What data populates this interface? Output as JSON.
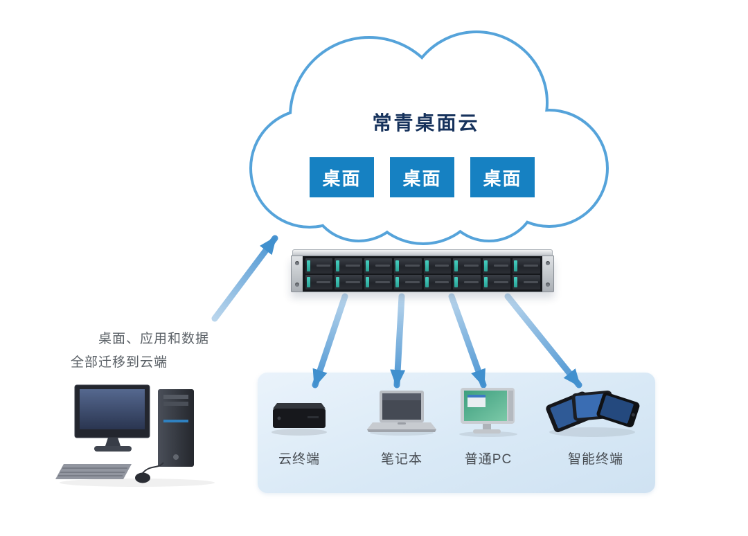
{
  "cloud": {
    "title": "常青桌面云",
    "desktop_boxes": [
      {
        "label": "桌面"
      },
      {
        "label": "桌面"
      },
      {
        "label": "桌面"
      }
    ]
  },
  "migration_note": {
    "line1": "桌面、应用和数据",
    "line2": "全部迁移到云端"
  },
  "terminal_panel": {
    "devices": [
      {
        "label": "云终端",
        "icon": "mini-pc-icon"
      },
      {
        "label": "笔记本",
        "icon": "laptop-icon"
      },
      {
        "label": "普通PC",
        "icon": "monitor-icon"
      },
      {
        "label": "智能终端",
        "icon": "smartphones-icon"
      }
    ]
  },
  "icons": {
    "cloud": "cloud-outline-icon",
    "server": "rack-server-icon",
    "desktop_pc": "desktop-computer-icon",
    "arrow_up": "up-arrow-icon",
    "arrows_down": "down-arrow-icon"
  },
  "colors": {
    "cloud_stroke": "#55a3da",
    "desktop_box": "#1681c2",
    "desktop_box_text": "#ffffff",
    "title_text": "#16325c",
    "note_text": "#5a6066",
    "device_label_text": "#474c52",
    "panel_top": "#eaf3fb",
    "panel_bottom": "#cfe2f2",
    "arrow_light": "#b9d5ec",
    "arrow_dark": "#4a94d2",
    "drive_led": "#3bbfae"
  }
}
